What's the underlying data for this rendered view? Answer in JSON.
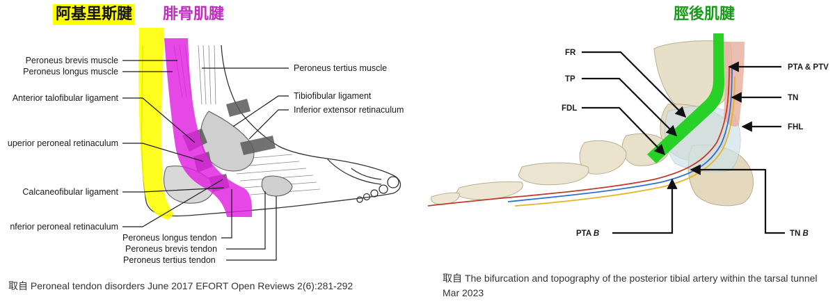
{
  "left": {
    "headings": {
      "achilles": "阿基里斯腱",
      "peroneal": "腓骨肌腱"
    },
    "labels": {
      "peroneus_brevis_muscle": "Peroneus brevis muscle",
      "peroneus_longus_muscle": "Peroneus longus muscle",
      "anterior_talofibular_ligament": "Anterior talofibular ligament",
      "superior_peroneal_retinaculum": "uperior peroneal retinaculum",
      "calcaneofibular_ligament": "Calcaneofibular ligament",
      "inferior_peroneal_retinaculum": "nferior peroneal retinaculum",
      "peroneus_tertius_muscle": "Peroneus tertius muscle",
      "tibiofibular_ligament": "Tibiofibular ligament",
      "inferior_extensor_retinaculum": "Inferior extensor retinaculum",
      "peroneus_longus_tendon": "Peroneus longus tendon",
      "peroneus_brevis_tendon": "Peroneus brevis tendon",
      "peroneus_tertius_tendon": "Peroneus tertius tendon"
    },
    "caption": {
      "prefix": "取自",
      "text": " Peroneal tendon disorders June 2017 EFORT Open Reviews 2(6):281-292"
    }
  },
  "right": {
    "headings": {
      "posterior_tibial": "脛後肌腱"
    },
    "labels": {
      "fr": "FR",
      "tp": "TP",
      "fdl": "FDL",
      "pta_ptv": "PTA & PTV",
      "tn": "TN",
      "fhl": "FHL",
      "pta_b_main": "PTA ",
      "pta_b_suffix": "B",
      "tn_b_main": "TN ",
      "tn_b_suffix": "B"
    },
    "caption": {
      "prefix": "取自",
      "text": " The bifurcation and topography of the posterior tibial artery within the tarsal tunnel Mar 2023"
    }
  },
  "colors": {
    "achilles_highlight": "#ffff00",
    "peroneal_highlight": "#e020e0",
    "posterior_tibial_highlight": "#1ed01e",
    "peroneal_heading": "#c02cc0",
    "posterior_tibial_heading": "#1a9a1a"
  }
}
